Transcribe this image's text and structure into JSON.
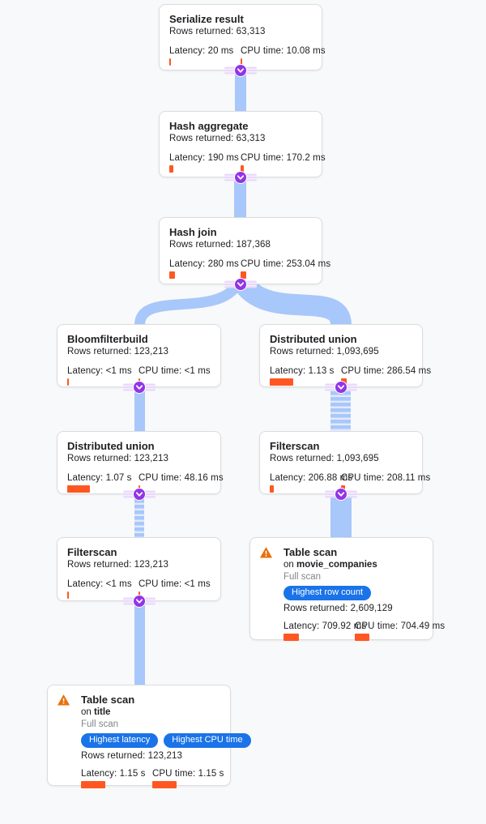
{
  "app": {
    "view": "query-execution-plan-graph"
  },
  "colors": {
    "background": "#f8f9fa",
    "edge_blue": "#a8c7fa",
    "edge_stripe_light": "#e1e9fb",
    "connector_purple": "#9334e6",
    "connector_band_lavender": "#e9d9fb",
    "metric_bar_orange": "#ff5722",
    "badge_blue": "#1a73e8",
    "warning_orange": "#e8710a",
    "muted_text": "#80868b"
  },
  "labels": {
    "on_prefix": "on"
  },
  "nodes": {
    "serialize": {
      "title": "Serialize result",
      "rows": "Rows returned: 63,313",
      "latency": "Latency: 20 ms",
      "cpu": "CPU time: 10.08 ms",
      "latency_ms": 20,
      "cpu_ms": 10.08
    },
    "hash_aggregate": {
      "title": "Hash aggregate",
      "rows": "Rows returned: 63,313",
      "latency": "Latency: 190 ms",
      "cpu": "CPU time: 170.2 ms",
      "latency_ms": 190,
      "cpu_ms": 170.2
    },
    "hash_join": {
      "title": "Hash join",
      "rows": "Rows returned: 187,368",
      "latency": "Latency: 280 ms",
      "cpu": "CPU time: 253.04 ms",
      "latency_ms": 280,
      "cpu_ms": 253.04
    },
    "bloomfilterbuild": {
      "title": "Bloomfilterbuild",
      "rows": "Rows returned: 123,213",
      "latency": "Latency: <1 ms",
      "cpu": "CPU time: <1 ms",
      "latency_ms": 1,
      "cpu_ms": 1
    },
    "dist_union_right": {
      "title": "Distributed union",
      "rows": "Rows returned: 1,093,695",
      "latency": "Latency: 1.13 s",
      "cpu": "CPU time: 286.54 ms",
      "latency_ms": 1130,
      "cpu_ms": 286.54
    },
    "dist_union_left": {
      "title": "Distributed union",
      "rows": "Rows returned: 123,213",
      "latency": "Latency: 1.07 s",
      "cpu": "CPU time: 48.16 ms",
      "latency_ms": 1070,
      "cpu_ms": 48.16
    },
    "filterscan_right": {
      "title": "Filterscan",
      "rows": "Rows returned: 1,093,695",
      "latency": "Latency: 206.88 ms",
      "cpu": "CPU time: 208.11 ms",
      "latency_ms": 206.88,
      "cpu_ms": 208.11
    },
    "filterscan_left": {
      "title": "Filterscan",
      "rows": "Rows returned: 123,213",
      "latency": "Latency: <1 ms",
      "cpu": "CPU time: <1 ms",
      "latency_ms": 1,
      "cpu_ms": 1
    },
    "table_scan_right": {
      "title": "Table scan",
      "table": "movie_companies",
      "scan_type": "Full scan",
      "badges": [
        "Highest row count"
      ],
      "rows": "Rows returned: 2,609,129",
      "latency": "Latency: 709.92 ms",
      "cpu": "CPU time: 704.49 ms",
      "latency_ms": 709.92,
      "cpu_ms": 704.49
    },
    "table_scan_left": {
      "title": "Table scan",
      "table": "title",
      "scan_type": "Full scan",
      "badges": [
        "Highest latency",
        "Highest CPU time"
      ],
      "rows": "Rows returned: 123,213",
      "latency": "Latency: 1.15 s",
      "cpu": "CPU time: 1.15 s",
      "latency_ms": 1150,
      "cpu_ms": 1150
    }
  }
}
